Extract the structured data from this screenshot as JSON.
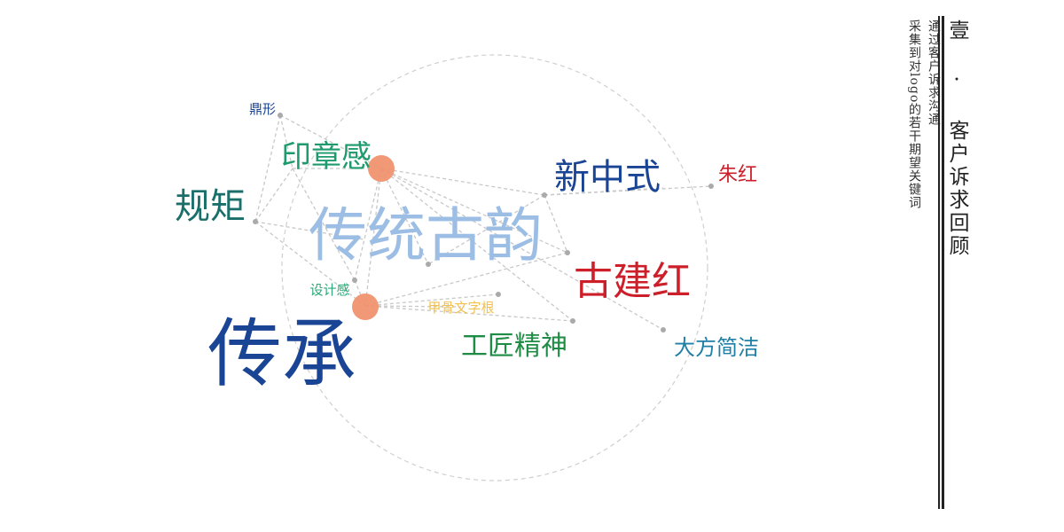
{
  "side_panel": {
    "title": "壹 · 客户诉求回顾",
    "subtitle_line1": "通过客户诉求沟通",
    "subtitle_line2_pre": "采集到对",
    "subtitle_line2_latin": "logo",
    "subtitle_line2_post": "的若干期望关键词"
  },
  "keywords": [
    {
      "id": "chuantong",
      "text": "传统古韵",
      "color": "#9cbde4",
      "weight": "primary"
    },
    {
      "id": "chuancheng",
      "text": "传承",
      "color": "#1a4494",
      "weight": "primary"
    },
    {
      "id": "yinzhang",
      "text": "印章感",
      "color": "#1e9a6e",
      "weight": "secondary"
    },
    {
      "id": "guiju",
      "text": "规矩",
      "color": "#1b6f6a",
      "weight": "secondary"
    },
    {
      "id": "xinzhongshi",
      "text": "新中式",
      "color": "#1a4494",
      "weight": "secondary"
    },
    {
      "id": "gujianhong",
      "text": "古建红",
      "color": "#cc1f2a",
      "weight": "secondary"
    },
    {
      "id": "gongjiang",
      "text": "工匠精神",
      "color": "#1f8c45",
      "weight": "secondary"
    },
    {
      "id": "dafang",
      "text": "大方简洁",
      "color": "#1f7fa6",
      "weight": "tertiary"
    },
    {
      "id": "zhuhong",
      "text": "朱红",
      "color": "#cc1f2a",
      "weight": "tertiary"
    },
    {
      "id": "dingxing",
      "text": "鼎形",
      "color": "#1a4494",
      "weight": "tertiary"
    },
    {
      "id": "sheji",
      "text": "设计感",
      "color": "#2aa876",
      "weight": "tertiary"
    },
    {
      "id": "jiagu",
      "text": "甲骨文字根",
      "color": "#f2c14e",
      "weight": "tertiary"
    }
  ],
  "colors": {
    "hub": "#f0936f",
    "connector": "#c8c8c8",
    "node": "#aaaaaa",
    "circle": "#cfcfcf",
    "side_bar": "#222222"
  }
}
